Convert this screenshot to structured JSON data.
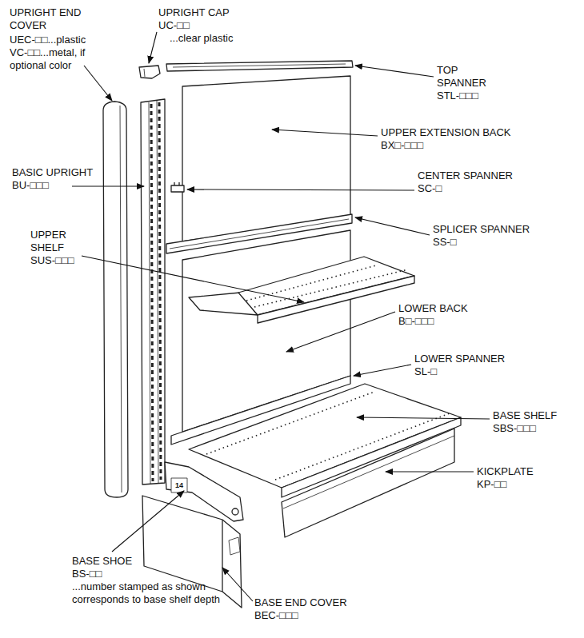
{
  "diagram": {
    "labels": [
      "UPRIGHT END COVER",
      "UEC-□□...plastic",
      "VC-□□...metal, if optional color",
      "UPRIGHT CAP",
      "UC-□□",
      "...clear plastic",
      "TOP SPANNER",
      "STL-□□□",
      "UPPER EXTENSION BACK",
      "BX□-□□□",
      "CENTER SPANNER",
      "SC-□",
      "SPLICER SPANNER",
      "SS-□",
      "BASIC UPRIGHT",
      "BU-□□□",
      "UPPER SHELF",
      "SUS-□□□",
      "LOWER BACK",
      "B□-□□□",
      "LOWER SPANNER",
      "SL-□",
      "BASE SHELF",
      "SBS-□□□",
      "KICKPLATE",
      "KP-□□",
      "BASE SHOE",
      "BS-□□",
      "...number stamped as shown corresponds to base shelf depth",
      "BASE END COVER",
      "BEC-□□□",
      "14"
    ]
  }
}
